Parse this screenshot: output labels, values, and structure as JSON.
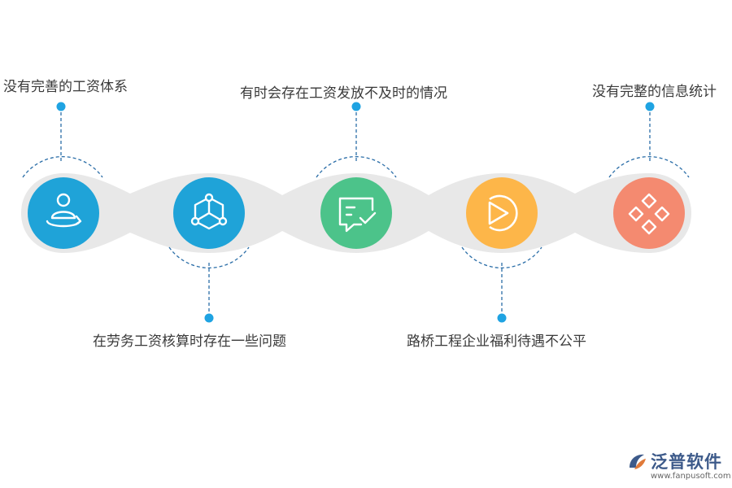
{
  "steps": [
    {
      "label": "没有完善的工资体系",
      "icon": "person-meditation-icon",
      "color": "#1fa3d8"
    },
    {
      "label": "在劳务工资核算时存在一些问题",
      "icon": "cube-network-icon",
      "color": "#1fa3d8"
    },
    {
      "label": "有时会存在工资发放不及时的情况",
      "icon": "message-check-icon",
      "color": "#4cc38a"
    },
    {
      "label": "路桥工程企业福利待遇不公平",
      "icon": "play-circle-icon",
      "color": "#fdb649"
    },
    {
      "label": "没有完整的信息统计",
      "icon": "diamond-grid-icon",
      "color": "#f48a70"
    }
  ],
  "colors": {
    "band": "#e8e8e8",
    "connector": "#2b6ea8",
    "dot": "#1fa3e2"
  },
  "brand": {
    "name": "泛普软件",
    "url": "www.fanpusoft.com"
  }
}
